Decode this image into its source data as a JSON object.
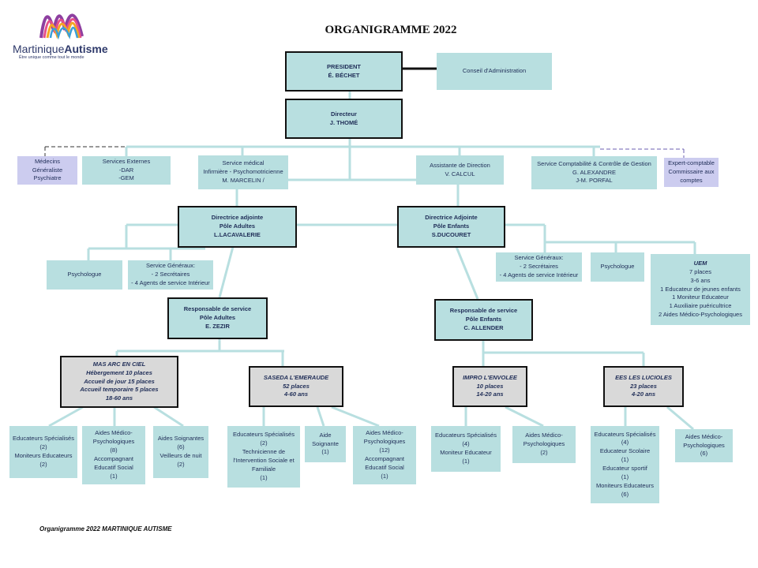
{
  "title": "ORGANIGRAMME 2022",
  "logo": {
    "name_light": "Martinique",
    "name_bold": "Autisme",
    "tagline": "Être unique comme tout le monde",
    "colors": [
      "#8e3fa0",
      "#e64f8a",
      "#f5a623",
      "#3aa0d8"
    ]
  },
  "footer": "Organigramme 2022 MARTINIQUE AUTISME",
  "colors": {
    "box": "#b8dfe0",
    "box_grey": "#d9d9d9",
    "box_purple": "#ccccef",
    "line": "#b8dfe0",
    "border": "#111111"
  },
  "boxes": {
    "president": [
      "PRESIDENT",
      "É. BÉCHET"
    ],
    "conseil": [
      "Conseil d'Administration"
    ],
    "directeur": [
      "Directeur",
      "J. THOMÉ"
    ],
    "medecins": [
      "Médecins",
      "Généraliste",
      "Psychiatre"
    ],
    "services_externes": [
      "Services Externes",
      "-DAR",
      "-GEM"
    ],
    "service_medical": [
      "Service médical",
      "Infirmière - Psychomotricienne",
      "M. MARCELIN /"
    ],
    "assistante": [
      "Assistante de Direction",
      "V. CALCUL"
    ],
    "comptabilite": [
      "Service Comptabilité & Contrôle de Gestion",
      "G. ALEXANDRE",
      "J-M. PORFAL"
    ],
    "expert": [
      "Expert-comptable",
      "Commissaire aux comptes"
    ],
    "directrice_adultes": [
      "Directrice adjointe",
      "Pôle Adultes",
      "L.LACAVALERIE"
    ],
    "directrice_enfants": [
      "Directrice Adjointe",
      "Pôle Enfants",
      "S.DUCOURET"
    ],
    "psy_adultes": [
      "Psychologue"
    ],
    "sg_adultes": [
      "Service Généraux:",
      "- 2 Secrétaires",
      "- 4 Agents  de service Intérieur"
    ],
    "sg_enfants": [
      "Service Généraux:",
      "- 2 Secrétaires",
      "- 4 Agents  de service Intérieur"
    ],
    "psy_enfants": [
      "Psychologue"
    ],
    "uem": [
      "UEM",
      "7 places",
      "3-6 ans",
      "1 Educateur de jeunes enfants",
      "1 Moniteur Educateur",
      "1 Auxiliaire puéricultrice",
      "2 Aides Médico-Psychologiques"
    ],
    "resp_adultes": [
      "Responsable  de service",
      "Pôle Adultes",
      "E. ZEZIR"
    ],
    "resp_enfants": [
      "Responsable de service",
      "Pôle Enfants",
      "C. ALLENDER"
    ],
    "mas": [
      "MAS ARC EN CIEL",
      "Hébergement 10 places",
      "Accueil  de jour 15 places",
      "Accueil  temporaire 5 places",
      "18-60  ans"
    ],
    "saseda": [
      "SASEDA  L'EMERAUDE",
      "52 places",
      "4-60 ans"
    ],
    "impro": [
      "IMPRO  L'ENVOLEE",
      "10 places",
      "14-20  ans"
    ],
    "ees": [
      "EES  LES  LUCIOLES",
      "23 places",
      "4-20 ans"
    ],
    "mas_edu": [
      "Educateurs  Spécialisés",
      "(2)",
      "Moniteurs Educateurs",
      "(2)"
    ],
    "mas_amp": [
      "Aides Médico-Psychologiques",
      "(8)",
      "Accompagnant Educatif Social",
      "(1)"
    ],
    "mas_as": [
      "Aides Soignantes",
      "(6)",
      "Veilleurs de nuit",
      "(2)"
    ],
    "sas_edu": [
      "Educateurs  Spécialisés",
      "(2)",
      "Technicienne de l'Intervention  Sociale et Familiale",
      "(1)"
    ],
    "sas_as": [
      "Aide Soignante",
      "(1)"
    ],
    "sas_amp": [
      "Aides Médico-Psychologiques",
      "(12)",
      "Accompagnant Educatif Social",
      "(1)"
    ],
    "imp_edu": [
      "Educateurs  Spécialisés",
      "(4)",
      "Moniteur Educateur",
      "(1)"
    ],
    "imp_amp": [
      "Aides Médico-Psychologiques",
      "(2)"
    ],
    "ees_edu": [
      "Educateurs  Spécialisés",
      "(4)",
      "Educateur  Scolaire",
      "(1)",
      "Educateur  sportif",
      "(1)",
      "Moniteurs Educateurs",
      "(6)"
    ],
    "ees_amp": [
      "Aides Médico-Psychologiques",
      "(6)"
    ]
  }
}
